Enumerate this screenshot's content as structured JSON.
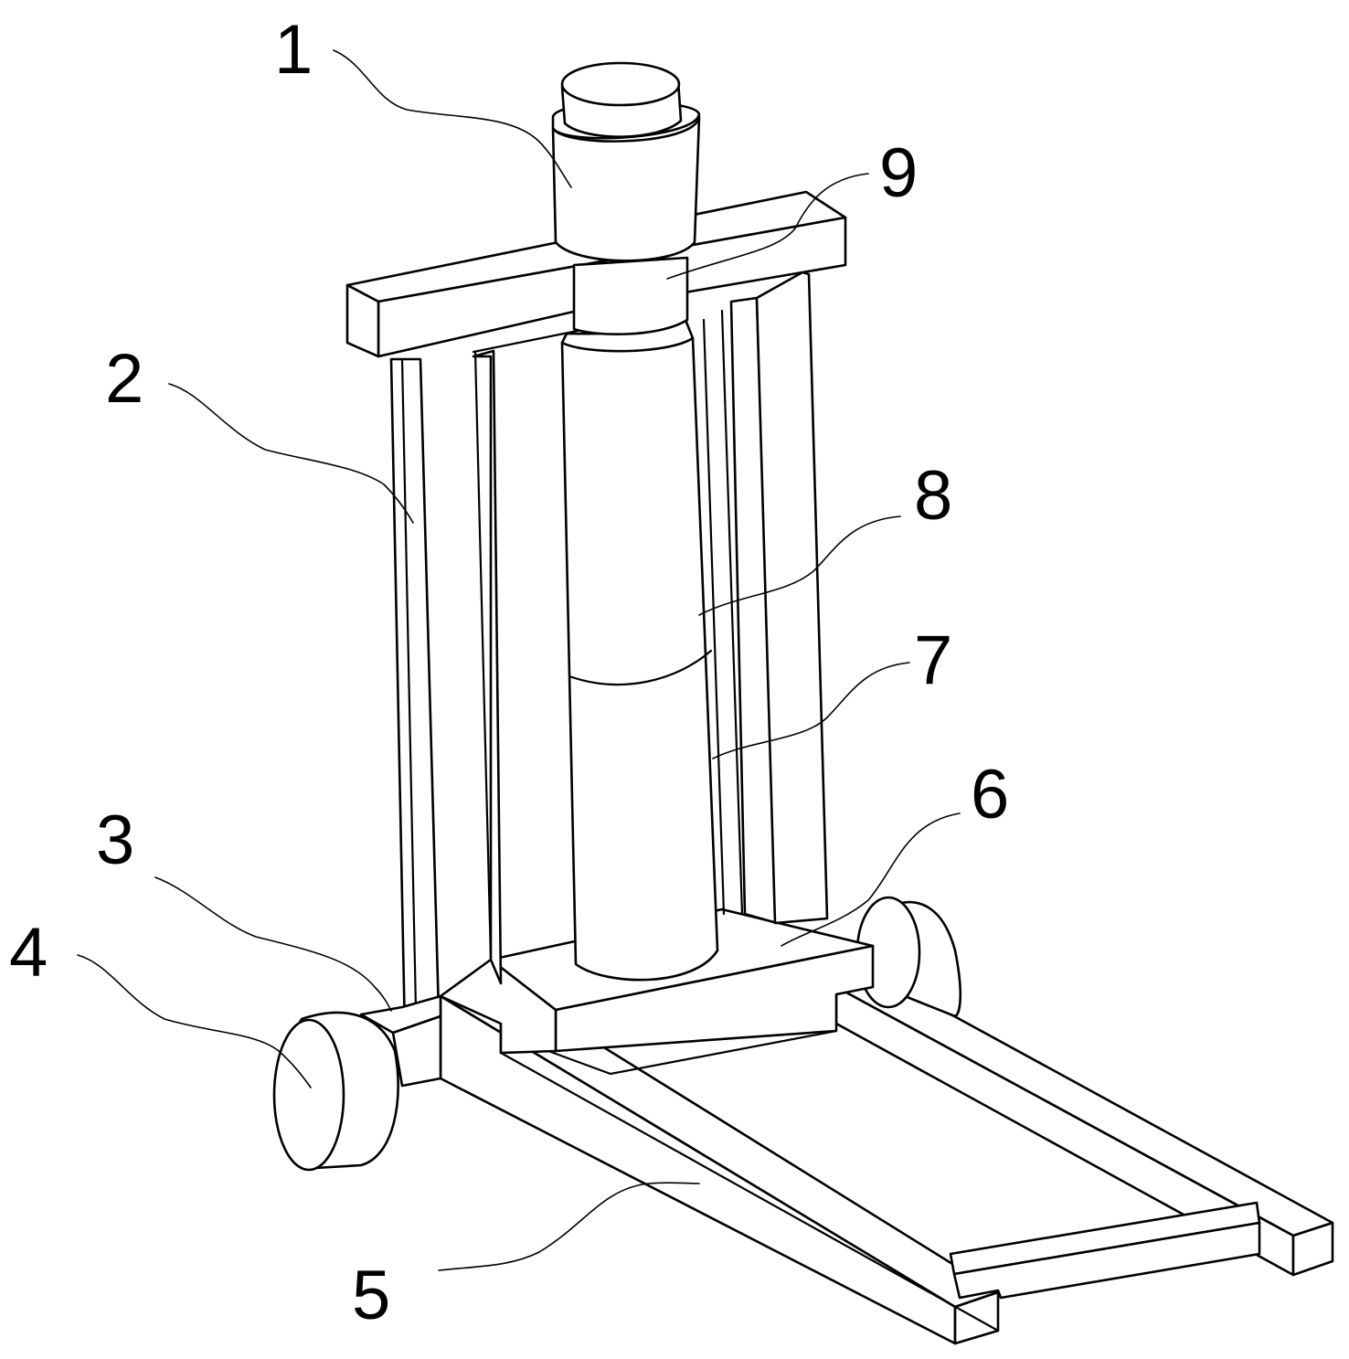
{
  "figure": {
    "callouts": [
      {
        "id": "1",
        "text": "1"
      },
      {
        "id": "2",
        "text": "2"
      },
      {
        "id": "3",
        "text": "3"
      },
      {
        "id": "4",
        "text": "4"
      },
      {
        "id": "5",
        "text": "5"
      },
      {
        "id": "6",
        "text": "6"
      },
      {
        "id": "7",
        "text": "7"
      },
      {
        "id": "8",
        "text": "8"
      },
      {
        "id": "9",
        "text": "9"
      }
    ]
  },
  "colors": {
    "background": "#ffffff",
    "line": "#000000"
  }
}
